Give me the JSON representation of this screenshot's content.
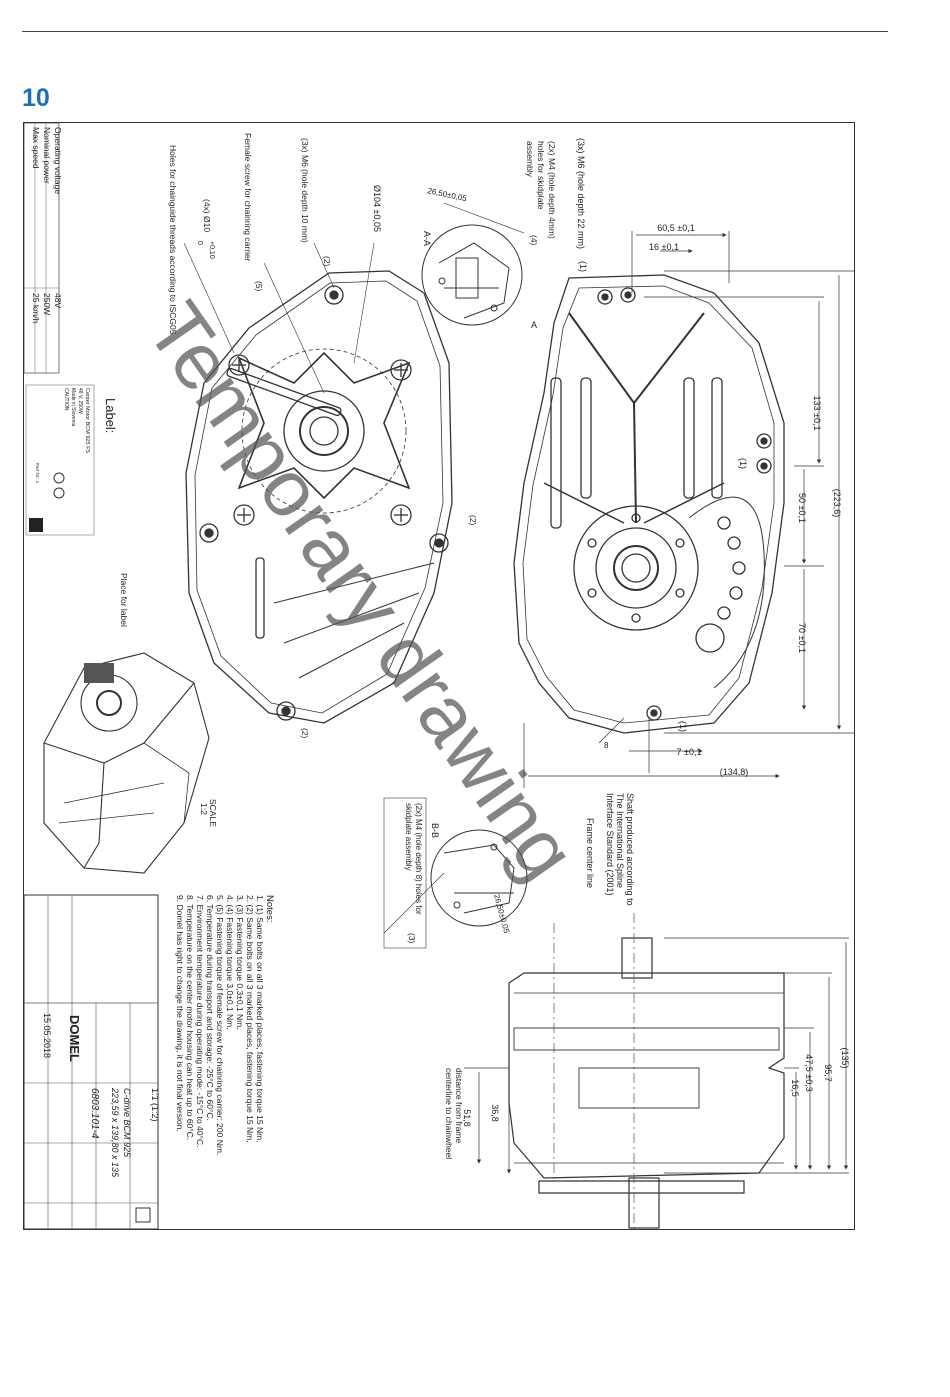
{
  "page": {
    "number": "10"
  },
  "watermark": "Temporary drawing",
  "specs": {
    "rows": [
      {
        "label": "Operating voltage",
        "value": "48V"
      },
      {
        "label": "Nominal power",
        "value": "250W"
      },
      {
        "label": "Max speed",
        "value": "25 km/h"
      }
    ]
  },
  "label_panel": {
    "heading": "Label:",
    "lines": [
      "Center Motor BCM 925 FS",
      "48 V, 250W",
      "Made in Slovenia",
      "CAUTION",
      "Part Nr.: 1"
    ]
  },
  "dims_right": {
    "d605": "60,5 ±0,1",
    "d16": "16 ±0,1",
    "d133": "133 ±0,1",
    "d2236": "(223,6)",
    "d50": "50 ±0,1",
    "d70": "70 ±0,1",
    "d7": "7 ±0,1",
    "d1348": "(134,8)",
    "d8": "8",
    "n1a": "(1)",
    "n1b": "(1)",
    "n1c": "(1)",
    "sectA": "A"
  },
  "callouts_left": {
    "m6_22": "(3x) M6 (hole depth 22 mm)",
    "m4_4": "(2x) M4 (hole depth 4mm)",
    "m4_4b": "holes for skidplate",
    "m4_4c": "assembly",
    "m4_4n": "(4)",
    "ang": "26,50±0,05",
    "aa": "A-A",
    "m6_10": "(3x) M6 (hole depth 10 mm)",
    "n2": "(2)",
    "phi104": "Ø104 ±0,05",
    "female": "Female screw for chainring carrier",
    "n5": "(5)",
    "holes4a": "(4x) Ø10",
    "holes4b": "+0,10",
    "holes4c": "0",
    "chainguide": "Holes for chainguide threads according to ISCG05",
    "n2b": "(2)",
    "n2c": "(2)",
    "place": "Place for label",
    "scale": "SCALE",
    "scale_val": "1:2"
  },
  "section_b": {
    "title": "B-B",
    "m4_8": "(2x) M4 (hole depth 8) holes for",
    "m4_8b": "skidplate assembly",
    "n3": "(3)",
    "ang": "26,50±0,05"
  },
  "notes": {
    "title": "Notes:",
    "items": [
      "1. (1) Same bolts on all 3 marked places, fastening torque 15 Nm.",
      "2. (2) Same bolts on all 3 marked places, fastening torque 15 Nm.",
      "3. (3) Fastening torque 0,3±0,1 Nm.",
      "4. (4) Fastening torque 3,0±0,1 Nm.",
      "5. (5) Fastening torque of female screw for chainring carrier: 200 Nm.",
      "6. Temperature during transport and storage: -25°C to 60°C.",
      "7. Environment temperature during operating mode: -15°C to 40°C.",
      "8. Temperature on the center motor housing can heat up to 60°C.",
      "9. Domel has right to change the drawing, it is not final version."
    ]
  },
  "shaft": {
    "std1": "Shaft produced according to",
    "std2": "The International Spline",
    "std3": "Interface Standard (2001)",
    "frame": "Frame center line",
    "d135": "(135)",
    "d957": "95,7",
    "d475": "47,5 ±0,3",
    "d165": "16,5",
    "d368": "36,8",
    "d518": "51,8",
    "dist1": "distance from frame",
    "dist2": "centerline to chainwheel"
  },
  "title_block": {
    "product": "C-drive BCM 925",
    "size": "223,59 x 139,80 x 135",
    "code": "6803.101-4",
    "scale": "1:1 (1:2)",
    "brand": "DOMEL",
    "date": "15.05.2018"
  }
}
